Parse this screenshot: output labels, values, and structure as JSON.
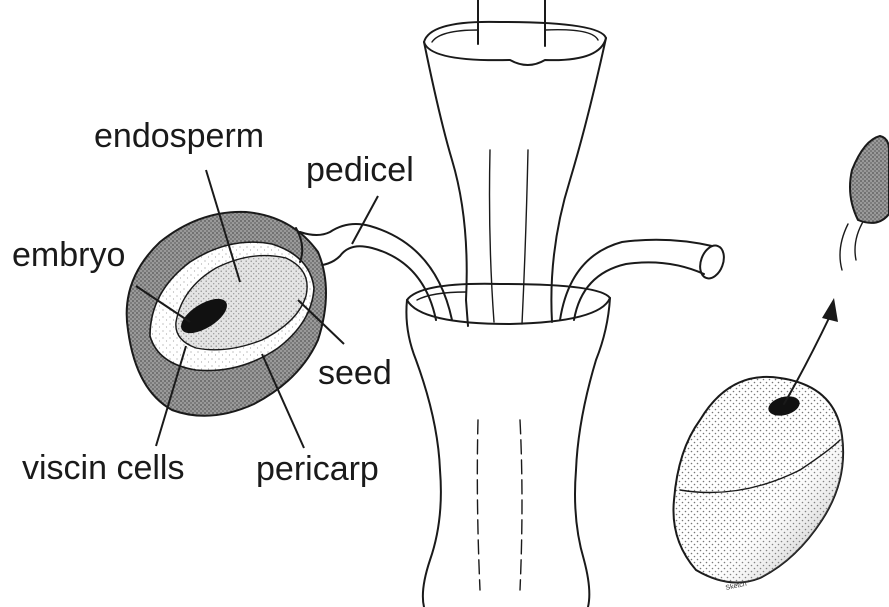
{
  "labels": {
    "endosperm": "endosperm",
    "pedicel": "pedicel",
    "embryo": "embryo",
    "seed": "seed",
    "viscin_cells": "viscin cells",
    "pericarp": "pericarp"
  }
}
